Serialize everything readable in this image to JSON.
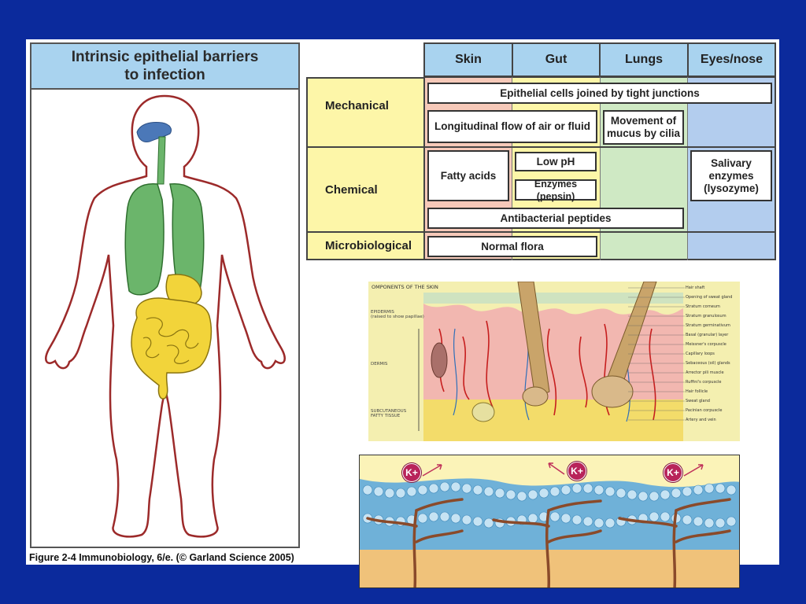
{
  "left_panel": {
    "title": "Intrinsic epithelial barriers\nto infection"
  },
  "caption": "Figure 2-4  Immunobiology, 6/e. (© Garland Science 2005)",
  "table": {
    "columns": [
      "Skin",
      "Gut",
      "Lungs",
      "Eyes/nose"
    ],
    "rows": [
      "Mechanical",
      "Chemical",
      "Microbiological"
    ],
    "colors": {
      "skin": "#f6c9b9",
      "gut": "#fdf6a8",
      "lungs": "#cfe9c4",
      "eyes_nose": "#b3cdee",
      "header": "#a9d3ef"
    },
    "cells": {
      "tight_junctions": "Epithelial cells joined by tight junctions",
      "longitudinal_flow": "Longitudinal flow of air or fluid",
      "movement_mucus": "Movement of\nmucus by cilia",
      "fatty_acids": "Fatty acids",
      "low_ph": "Low pH",
      "enzymes_pepsin": "Enzymes (pepsin)",
      "salivary_enzymes": "Salivary\nenzymes\n(lysozyme)",
      "antibacterial_peptides": "Antibacterial peptides",
      "normal_flora": "Normal flora"
    }
  },
  "skin_figure": {
    "title": "OMPONENTS OF THE SKIN",
    "side_labels": [
      "EPIDERMIS\n(raised to show papillae)",
      "DERMIS",
      "SUBCUTANEOUS\nFATTY TISSUE"
    ],
    "labels": [
      "Hair shaft",
      "Opening of sweat gland",
      "Stratum corneum",
      "Stratum granulosum",
      "Stratum germinativum",
      "Basal (granular) layer",
      "Meissner's corpuscle",
      "Capillary loops",
      "Sebaceous (oil) glands",
      "Arrector pili muscle",
      "Ruffini's corpuscle",
      "Hair follicle",
      "Sweat gland",
      "Pacinian corpuscle",
      "Artery and vein"
    ]
  },
  "junction_figure": {
    "ions": [
      "K+",
      "K+",
      "K+"
    ]
  }
}
